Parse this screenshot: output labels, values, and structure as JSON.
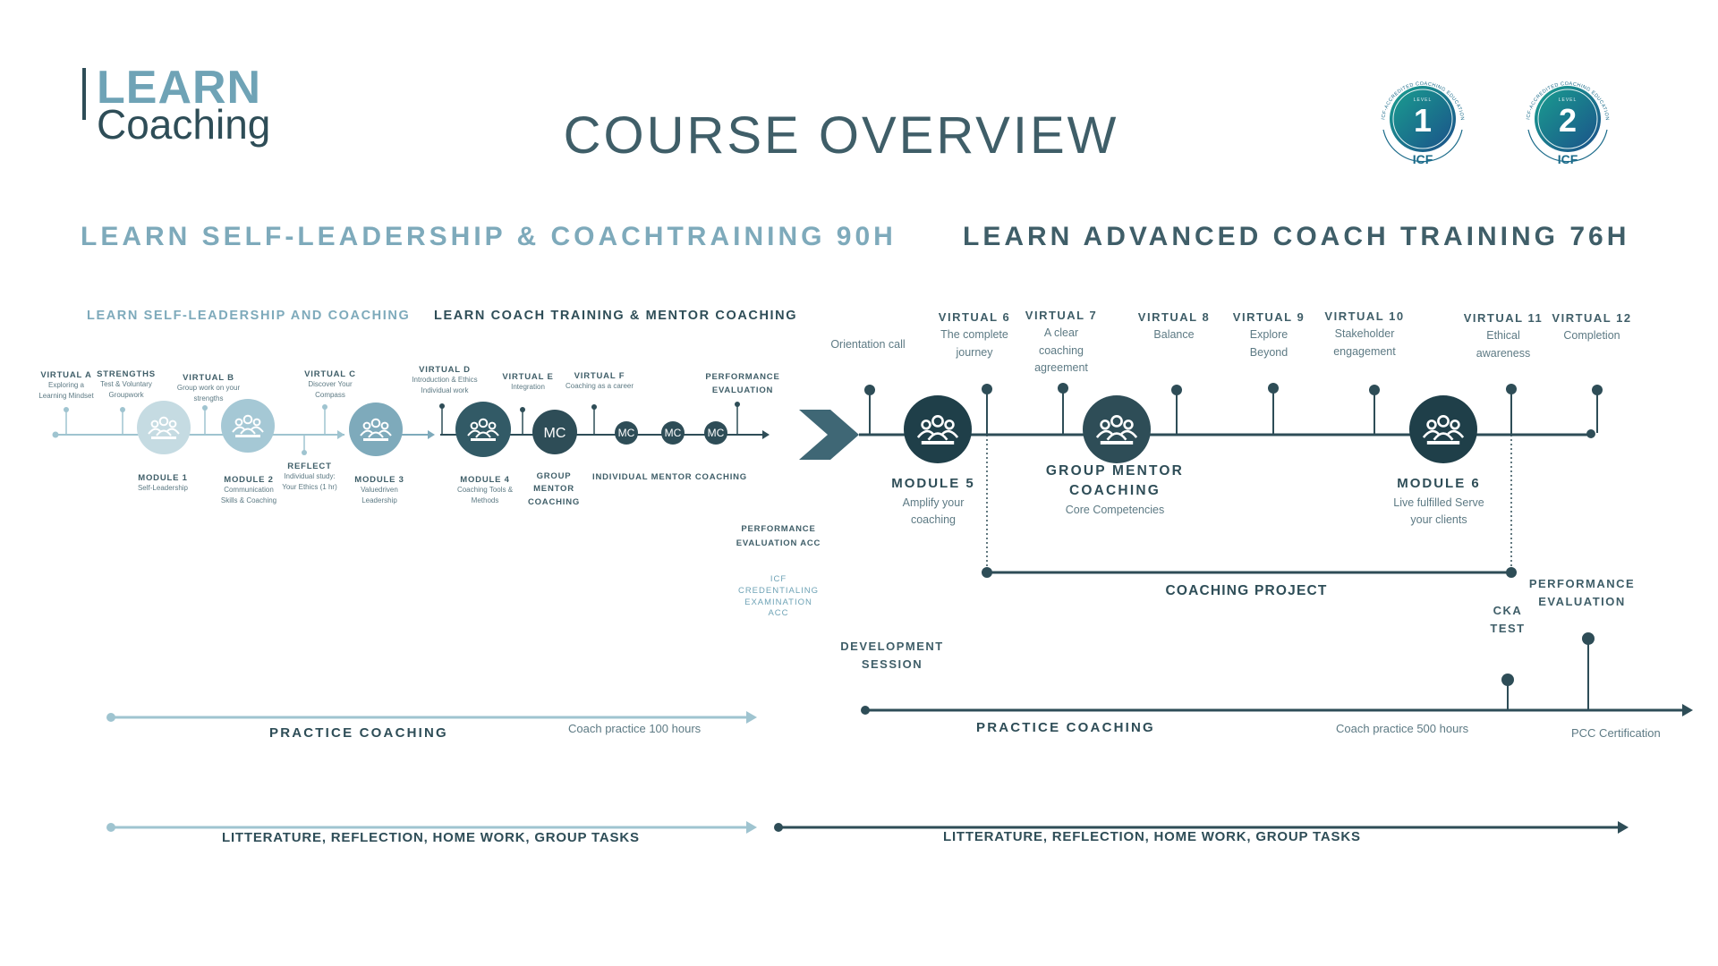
{
  "logo": {
    "word1": "LEARN",
    "word2": "Coaching"
  },
  "title": "COURSE OVERVIEW",
  "badges": [
    {
      "number": "1",
      "level": "LEVEL",
      "arc": "ICF-ACCREDITED COACHING EDUCATION",
      "brand": "ICF"
    },
    {
      "number": "2",
      "level": "LEVEL",
      "arc": "ICF-ACCREDITED COACHING EDUCATION",
      "brand": "ICF"
    }
  ],
  "programs": {
    "left": "LEARN SELF-LEADERSHIP & COACHTRAINING 90H",
    "right": "LEARN ADVANCED COACH TRAINING 76H"
  },
  "subtitles": {
    "a": "LEARN SELF-LEADERSHIP AND COACHING",
    "b": "LEARN COACH TRAINING & MENTOR COACHING"
  },
  "left_timeline": {
    "top": [
      {
        "label": "VIRTUAL A",
        "desc": "Exploring a Learning Mindset"
      },
      {
        "label": "STRENGTHS",
        "desc": "Test & Voluntary Groupwork"
      },
      {
        "label": "VIRTUAL B",
        "desc": "Group work on your strengths"
      },
      {
        "label": "VIRTUAL C",
        "desc": "Discover Your Compass"
      },
      {
        "label": "VIRTUAL D",
        "desc": "Introduction & Ethics Individual work"
      },
      {
        "label": "VIRTUAL E",
        "desc": "Integration"
      },
      {
        "label": "VIRTUAL F",
        "desc": "Coaching as a career"
      },
      {
        "label": "PERFORMANCE EVALUATION",
        "desc": ""
      }
    ],
    "bottom": [
      {
        "label": "MODULE 1",
        "desc": "Self-Leadership"
      },
      {
        "label": "MODULE 2",
        "desc": "Communication Skills & Coaching"
      },
      {
        "label": "REFLECT",
        "desc": "Individual study: Your Ethics (1 hr)"
      },
      {
        "label": "MODULE 3",
        "desc": "Valuedriven Leadership"
      },
      {
        "label": "MODULE 4",
        "desc": "Coaching Tools & Methods"
      },
      {
        "label": "GROUP MENTOR COACHING",
        "desc": ""
      },
      {
        "label": "INDIVIDUAL MENTOR COACHING",
        "desc": ""
      }
    ],
    "mc": "MC"
  },
  "middle": {
    "perf_acc": "PERFORMANCE EVALUATION ACC",
    "icf_exam": "ICF CREDENTIALING EXAMINATION ACC"
  },
  "right_timeline": {
    "orientation": "Orientation call",
    "virtuals": [
      {
        "label": "VIRTUAL 6",
        "desc": "The complete journey"
      },
      {
        "label": "VIRTUAL 7",
        "desc": "A clear coaching agreement"
      },
      {
        "label": "VIRTUAL 8",
        "desc": "Balance"
      },
      {
        "label": "VIRTUAL 9",
        "desc": "Explore Beyond"
      },
      {
        "label": "VIRTUAL 10",
        "desc": "Stakeholder engagement"
      },
      {
        "label": "VIRTUAL 11",
        "desc": "Ethical awareness"
      },
      {
        "label": "VIRTUAL 12",
        "desc": "Completion"
      }
    ],
    "module5": {
      "label": "MODULE 5",
      "desc": "Amplify your coaching"
    },
    "group_mentor": {
      "label": "GROUP MENTOR COACHING",
      "desc": "Core Competencies"
    },
    "module6": {
      "label": "MODULE 6",
      "desc": "Live fulfilled Serve your clients"
    },
    "coaching_project": "COACHING PROJECT",
    "cka": "CKA TEST",
    "perf_eval": "PERFORMANCE EVALUATION",
    "development": "DEVELOPMENT SESSION"
  },
  "practice": {
    "left_label": "PRACTICE COACHING",
    "left_note": "Coach practice 100 hours",
    "right_label": "PRACTICE COACHING",
    "right_note": "Coach practice 500 hours",
    "pcc": "PCC Certification"
  },
  "literature": {
    "left": "LITTERATURE, REFLECTION, HOME WORK, GROUP TASKS",
    "right": "LITTERATURE, REFLECTION, HOME WORK, GROUP TASKS"
  },
  "colors": {
    "dark": "#2e4d57",
    "mid": "#3f5e68",
    "light": "#7eaabb",
    "module1": "#c5dbe2",
    "module2": "#a5c8d5",
    "module3": "#7eaabb",
    "module4": "#325a66",
    "teal": "#1aa08f",
    "navy": "#1b4f8a"
  }
}
